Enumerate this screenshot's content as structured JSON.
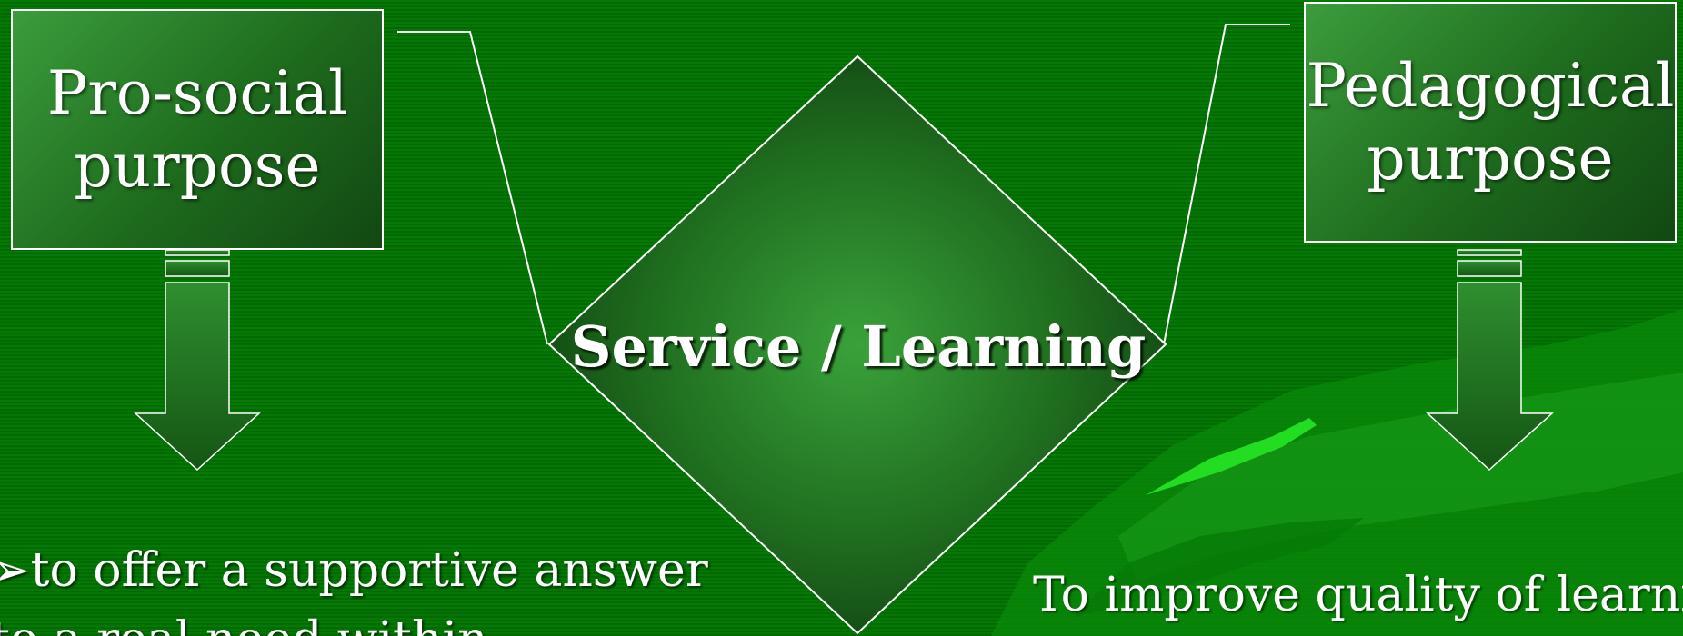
{
  "diagram": {
    "left_box": {
      "line1": "Pro-social",
      "line2": "purpose"
    },
    "right_box": {
      "line1": "Pedagogical",
      "line2": "purpose"
    },
    "center_label": "Service / Learning",
    "left_text": {
      "bullet": "➢",
      "line1": "to offer a supportive answer",
      "line2": "to a real need within"
    },
    "right_text": "To improve quality of learning"
  },
  "colors": {
    "background": "#037003",
    "box_fill": "#2a802a",
    "outline": "#ffffff",
    "highlight": "#22dd22"
  }
}
